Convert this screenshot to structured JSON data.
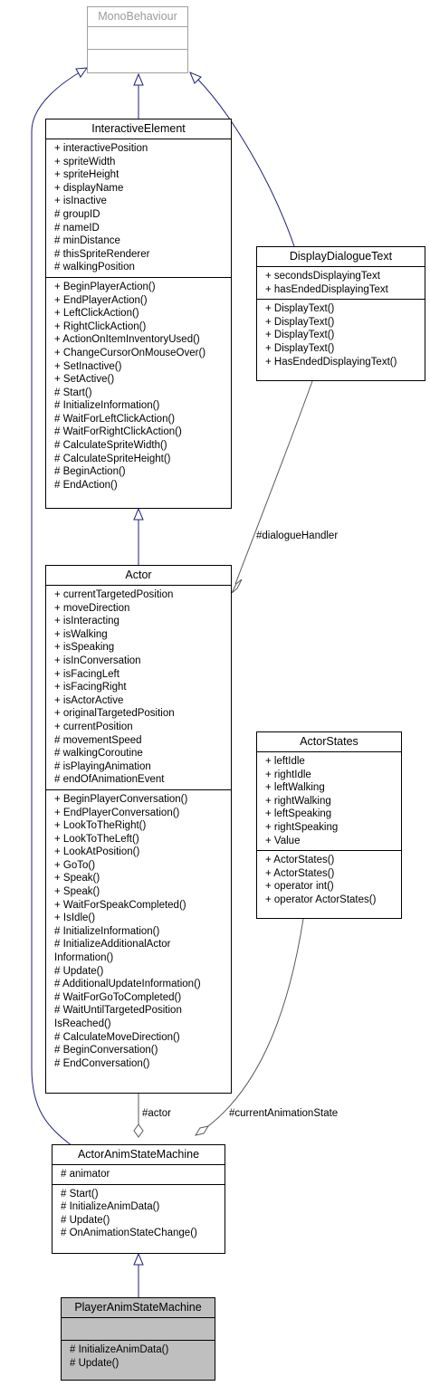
{
  "classes": {
    "mono": {
      "name": "MonoBehaviour",
      "attributes": [],
      "methods": []
    },
    "interactive": {
      "name": "InteractiveElement",
      "attributes": [
        "+ interactivePosition",
        "+ spriteWidth",
        "+ spriteHeight",
        "+ displayName",
        "+ isInactive",
        "# groupID",
        "# nameID",
        "# minDistance",
        "# thisSpriteRenderer",
        "# walkingPosition"
      ],
      "methods": [
        "+ BeginPlayerAction()",
        "+ EndPlayerAction()",
        "+ LeftClickAction()",
        "+ RightClickAction()",
        "+ ActionOnItemInventoryUsed()",
        "+ ChangeCursorOnMouseOver()",
        "+ SetInactive()",
        "+ SetActive()",
        "# Start()",
        "# InitializeInformation()",
        "# WaitForLeftClickAction()",
        "# WaitForRightClickAction()",
        "# CalculateSpriteWidth()",
        "# CalculateSpriteHeight()",
        "# BeginAction()",
        "# EndAction()"
      ]
    },
    "dialogue": {
      "name": "DisplayDialogueText",
      "attributes": [
        "+ secondsDisplayingText",
        "+ hasEndedDisplayingText"
      ],
      "methods": [
        "+ DisplayText()",
        "+ DisplayText()",
        "+ DisplayText()",
        "+ DisplayText()",
        "+ HasEndedDisplayingText()"
      ]
    },
    "actor": {
      "name": "Actor",
      "attributes": [
        "+ currentTargetedPosition",
        "+ moveDirection",
        "+ isInteracting",
        "+ isWalking",
        "+ isSpeaking",
        "+ isInConversation",
        "+ isFacingLeft",
        "+ isFacingRight",
        "+ isActorActive",
        "+ originalTargetedPosition",
        "+ currentPosition",
        "# movementSpeed",
        "# walkingCoroutine",
        "# isPlayingAnimation",
        "# endOfAnimationEvent"
      ],
      "methods": [
        "+ BeginPlayerConversation()",
        "+ EndPlayerConversation()",
        "+ LookToTheRight()",
        "+ LookToTheLeft()",
        "+ LookAtPosition()",
        "+ GoTo()",
        "+ Speak()",
        "+ Speak()",
        "+ WaitForSpeakCompleted()",
        "+ IsIdle()",
        "# InitializeInformation()",
        "# InitializeAdditionalActor Information()",
        "# Update()",
        "# AdditionalUpdateInformation()",
        "# WaitForGoToCompleted()",
        "# WaitUntilTargetedPosition IsReached()",
        "# CalculateMoveDirection()",
        "# BeginConversation()",
        "# EndConversation()"
      ]
    },
    "states": {
      "name": "ActorStates",
      "attributes": [
        "+ leftIdle",
        "+ rightIdle",
        "+ leftWalking",
        "+ rightWalking",
        "+ leftSpeaking",
        "+ rightSpeaking",
        "+ Value"
      ],
      "methods": [
        "+ ActorStates()",
        "+ ActorStates()",
        "+ operator int()",
        "+ operator ActorStates()"
      ]
    },
    "animsm": {
      "name": "ActorAnimStateMachine",
      "attributes": [
        "# animator"
      ],
      "methods": [
        "# Start()",
        "# InitializeAnimData()",
        "# Update()",
        "# OnAnimationStateChange()"
      ]
    },
    "player": {
      "name": "PlayerAnimStateMachine",
      "attributes": [],
      "methods": [
        "# InitializeAnimData()",
        "# Update()"
      ]
    }
  },
  "edge_labels": {
    "dialogue_handler": "#dialogueHandler",
    "actor": "#actor",
    "current_state": "#currentAnimationState"
  },
  "colors": {
    "inheritance_edge": "#1f1f7a",
    "association_edge": "#5a5a5a",
    "highlight_fill": "#bfbfbf",
    "external_class_border": "#a0a0a0"
  }
}
